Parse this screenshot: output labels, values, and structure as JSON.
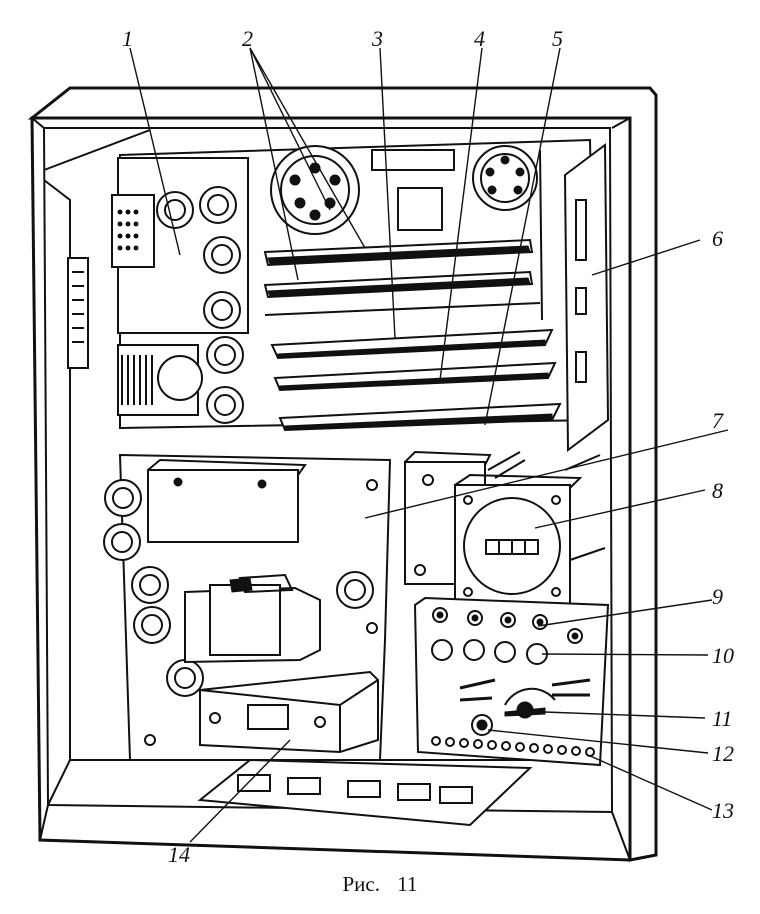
{
  "callouts": [
    {
      "id": "1",
      "text": "1"
    },
    {
      "id": "2",
      "text": "2"
    },
    {
      "id": "3",
      "text": "3"
    },
    {
      "id": "4",
      "text": "4"
    },
    {
      "id": "5",
      "text": "5"
    },
    {
      "id": "6",
      "text": "6"
    },
    {
      "id": "7",
      "text": "7"
    },
    {
      "id": "8",
      "text": "8"
    },
    {
      "id": "9",
      "text": "9"
    },
    {
      "id": "10",
      "text": "10"
    },
    {
      "id": "11",
      "text": "11"
    },
    {
      "id": "12",
      "text": "12"
    },
    {
      "id": "13",
      "text": "13"
    },
    {
      "id": "14",
      "text": "14"
    }
  ],
  "caption": {
    "prefix": "Рис.",
    "number": "11"
  }
}
